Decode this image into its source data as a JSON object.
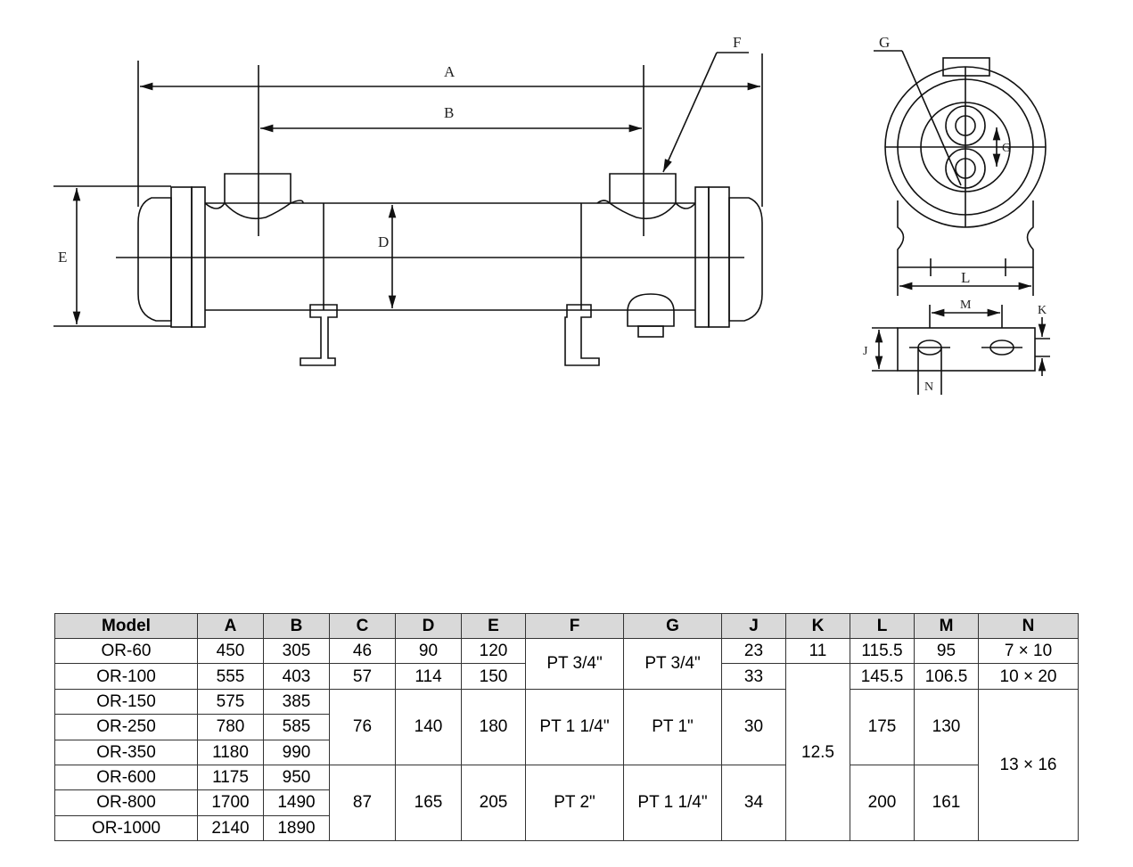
{
  "drawing": {
    "side_view_labels": {
      "a": "A",
      "b": "B",
      "d": "D",
      "e": "E",
      "f": "F"
    },
    "end_view_labels": {
      "g_top": "G",
      "g_side": "G",
      "l": "L",
      "m": "M",
      "k": "K",
      "j": "J",
      "n": "N"
    }
  },
  "table": {
    "headers": [
      "Model",
      "A",
      "B",
      "C",
      "D",
      "E",
      "F",
      "G",
      "J",
      "K",
      "L",
      "M",
      "N"
    ],
    "cells": {
      "r0": {
        "model": "OR-60",
        "a": "450",
        "b": "305",
        "c": "46",
        "d": "90",
        "e": "120",
        "f": "PT 3/4\"",
        "g": "PT 3/4\"",
        "j": "23",
        "k": "11",
        "l": "115.5",
        "m": "95",
        "n": "7 × 10"
      },
      "r1": {
        "model": "OR-100",
        "a": "555",
        "b": "403",
        "c": "57",
        "d": "114",
        "e": "150",
        "j": "33",
        "l": "145.5",
        "m": "106.5",
        "n": "10 × 20"
      },
      "r2": {
        "model": "OR-150",
        "a": "575",
        "b": "385",
        "c": "76",
        "d": "140",
        "e": "180",
        "f": "PT 1 1/4\"",
        "g": "PT 1\"",
        "j": "30",
        "k": "12.5",
        "l": "175",
        "m": "130",
        "n": "13 × 16"
      },
      "r3": {
        "model": "OR-250",
        "a": "780",
        "b": "585"
      },
      "r4": {
        "model": "OR-350",
        "a": "1180",
        "b": "990"
      },
      "r5": {
        "model": "OR-600",
        "a": "1175",
        "b": "950",
        "c": "87",
        "d": "165",
        "e": "205",
        "f": "PT 2\"",
        "g": "PT 1 1/4\"",
        "j": "34",
        "l": "200",
        "m": "161"
      },
      "r6": {
        "model": "OR-800",
        "a": "1700",
        "b": "1490"
      },
      "r7": {
        "model": "OR-1000",
        "a": "2140",
        "b": "1890"
      }
    }
  }
}
